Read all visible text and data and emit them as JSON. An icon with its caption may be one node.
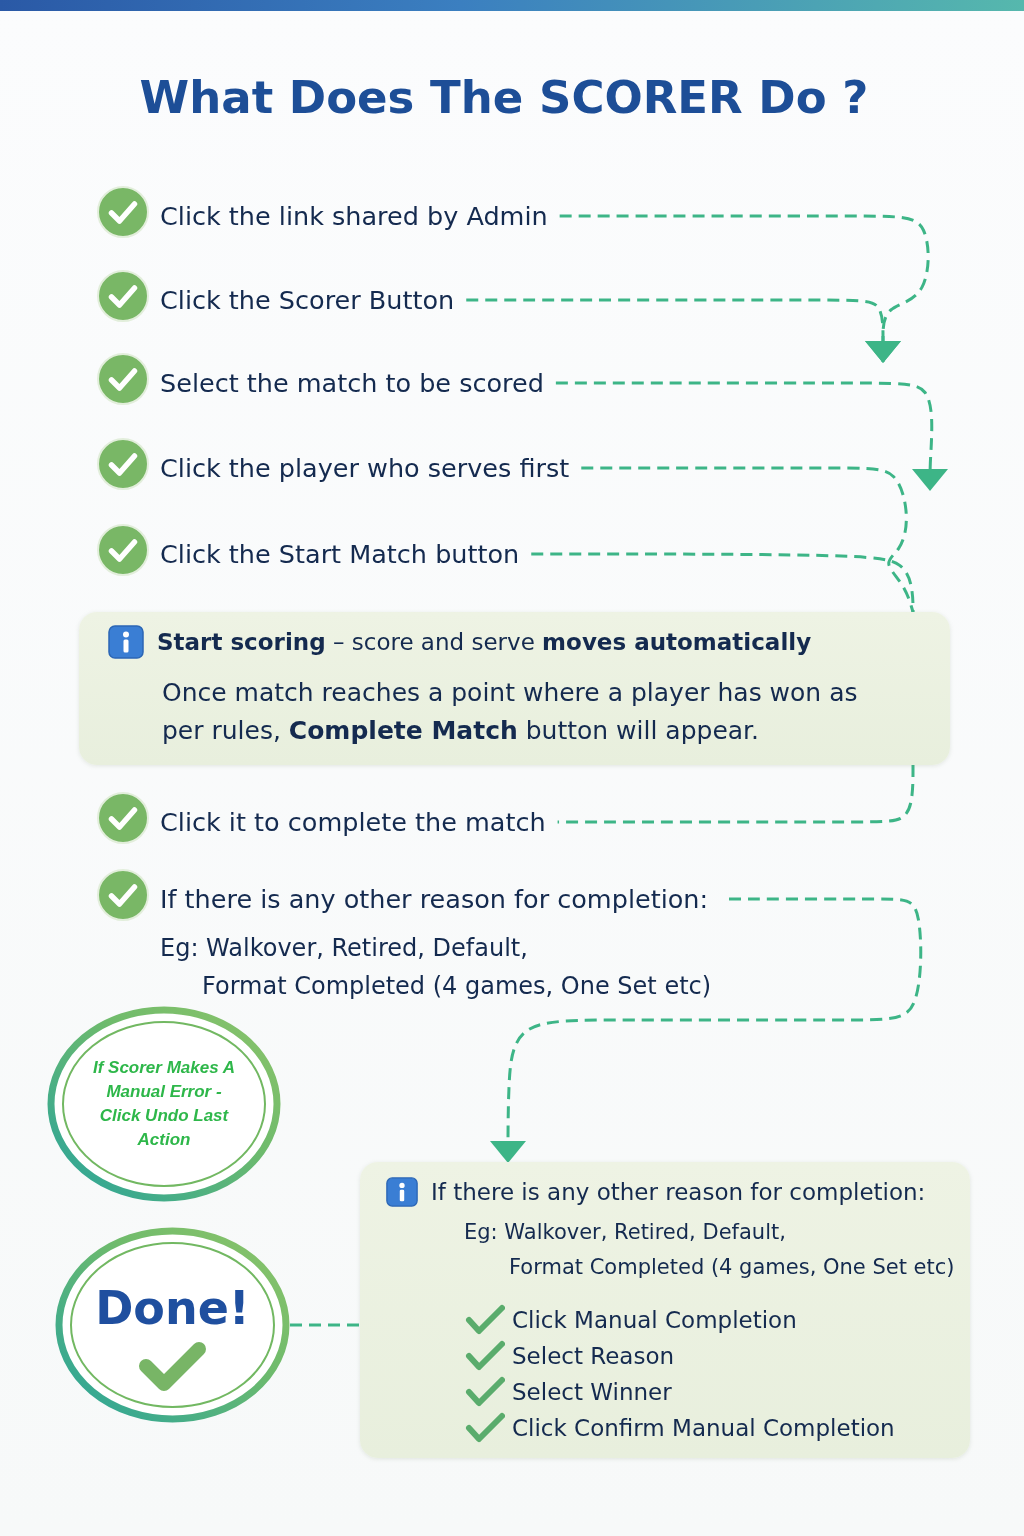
{
  "diagram": {
    "title": "What Does The SCORER Do ?",
    "nodes": [
      {
        "text": [
          "Click the link shared by Admin"
        ]
      },
      {
        "text": [
          "Click the Scorer Button"
        ]
      },
      {
        "text": [
          "Select the match to be scored"
        ]
      },
      {
        "text": [
          "Click the player who serves first"
        ]
      },
      {
        "text": [
          "Click the Start Match button"
        ]
      },
      {
        "text": [
          "**Start scoring** – score and serve **moves automatically**",
          "Once match reaches a point where a player has won as per rules, **Complete Match** button will appear."
        ]
      },
      {
        "text": [
          "Click it to complete the match"
        ]
      },
      {
        "text": [
          "If there is any other reason for completion:",
          "Eg: Walkover, Retired, Default, Format Completed (4 games, One Set etc)"
        ]
      },
      {
        "text": [
          "If Scorer Makes A Manual Error - Click Undo Last Action"
        ]
      },
      {
        "text": [
          "Done!"
        ]
      },
      {
        "text": [
          "If there is any other reason for completion:",
          "Eg: Walkover, Retired, Default, Format Completed (4 games, One Set etc)",
          "Click Manual Completion",
          "Select Reason",
          "Select Winner",
          "Click Confirm Manual Completion"
        ]
      }
    ],
    "edges": [
      {
        "from": 0,
        "to": null,
        "arrow": "to",
        "style": "dashed"
      },
      {
        "from": 1,
        "to": null,
        "arrow": "to",
        "style": "dashed"
      },
      {
        "from": 2,
        "to": null,
        "arrow": "to",
        "style": "dashed"
      },
      {
        "from": 3,
        "to": 5,
        "arrow": "none",
        "style": "dashed"
      },
      {
        "from": 4,
        "to": 5,
        "arrow": "none",
        "style": "dashed"
      },
      {
        "from": 5,
        "to": 6,
        "arrow": "none",
        "style": "dashed"
      },
      {
        "from": 7,
        "to": 10,
        "arrow": "to",
        "style": "dashed"
      },
      {
        "from": 9,
        "to": 10,
        "arrow": "none",
        "style": "dashed"
      }
    ]
  }
}
